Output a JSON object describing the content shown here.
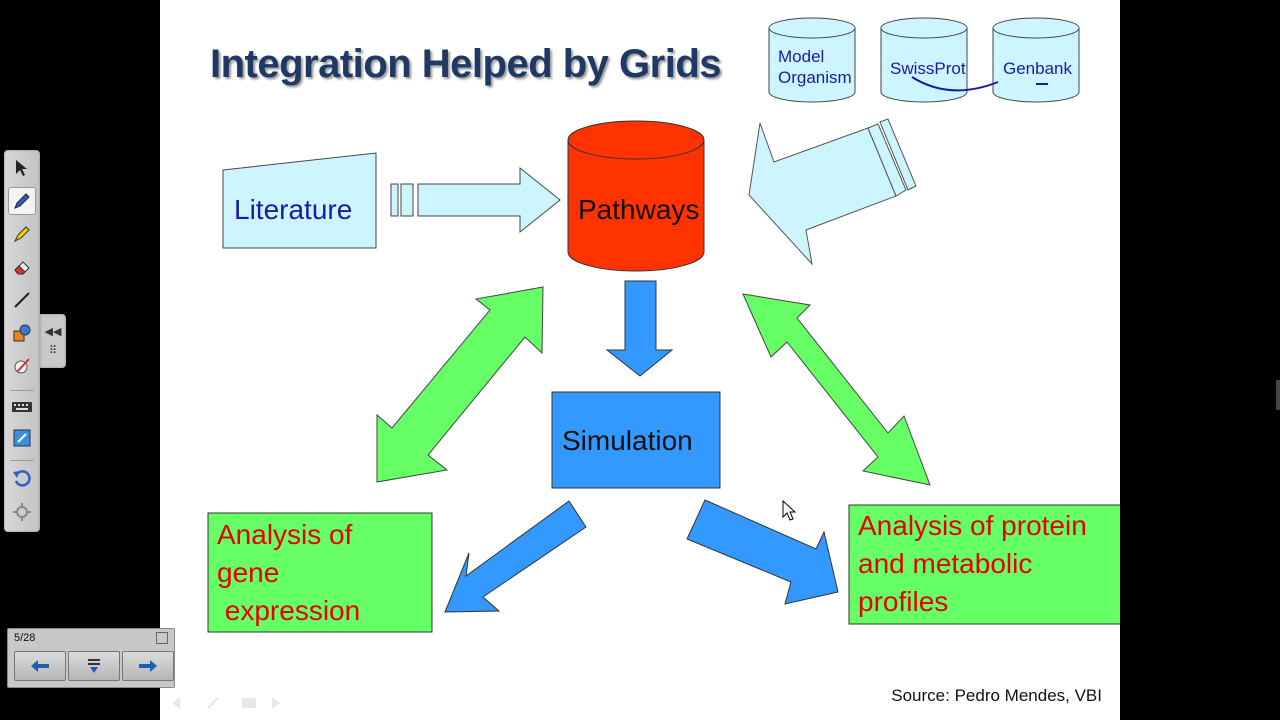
{
  "slide": {
    "title": "Integration Helped by Grids",
    "databases": [
      {
        "line1": "Model",
        "line2": "Organism"
      },
      {
        "line1": "SwissProt"
      },
      {
        "line1": "Genbank"
      }
    ],
    "literature": "Literature",
    "pathways": "Pathways",
    "simulation": "Simulation",
    "analysis_gene": "Analysis of\ngene\n expression",
    "analysis_protein": "Analysis of protein\nand metabolic\nprofiles",
    "source": "Source: Pedro Mendes, VBI"
  },
  "colors": {
    "pathways_db": "#ff3300",
    "arrow_blue": "#3399ff",
    "arrow_green": "#66ff66",
    "light_cyan": "#ccf5ff",
    "simulation_box": "#3399ff",
    "analysis_box": "#66ff66",
    "analysis_text": "#e60000",
    "title": "#1f3864"
  },
  "toolbar": {
    "tools": [
      "select-arrow-icon",
      "pen-icon",
      "highlighter-icon",
      "eraser-icon",
      "line-icon",
      "shapes-icon",
      "magic-pen-icon",
      "keyboard-icon",
      "capture-icon",
      "undo-icon",
      "settings-icon"
    ],
    "selected_tool": "pen-icon"
  },
  "navigator": {
    "page_counter": "5/28",
    "prev_icon": "arrow-left-icon",
    "menu_icon": "page-menu-icon",
    "next_icon": "arrow-right-icon"
  }
}
